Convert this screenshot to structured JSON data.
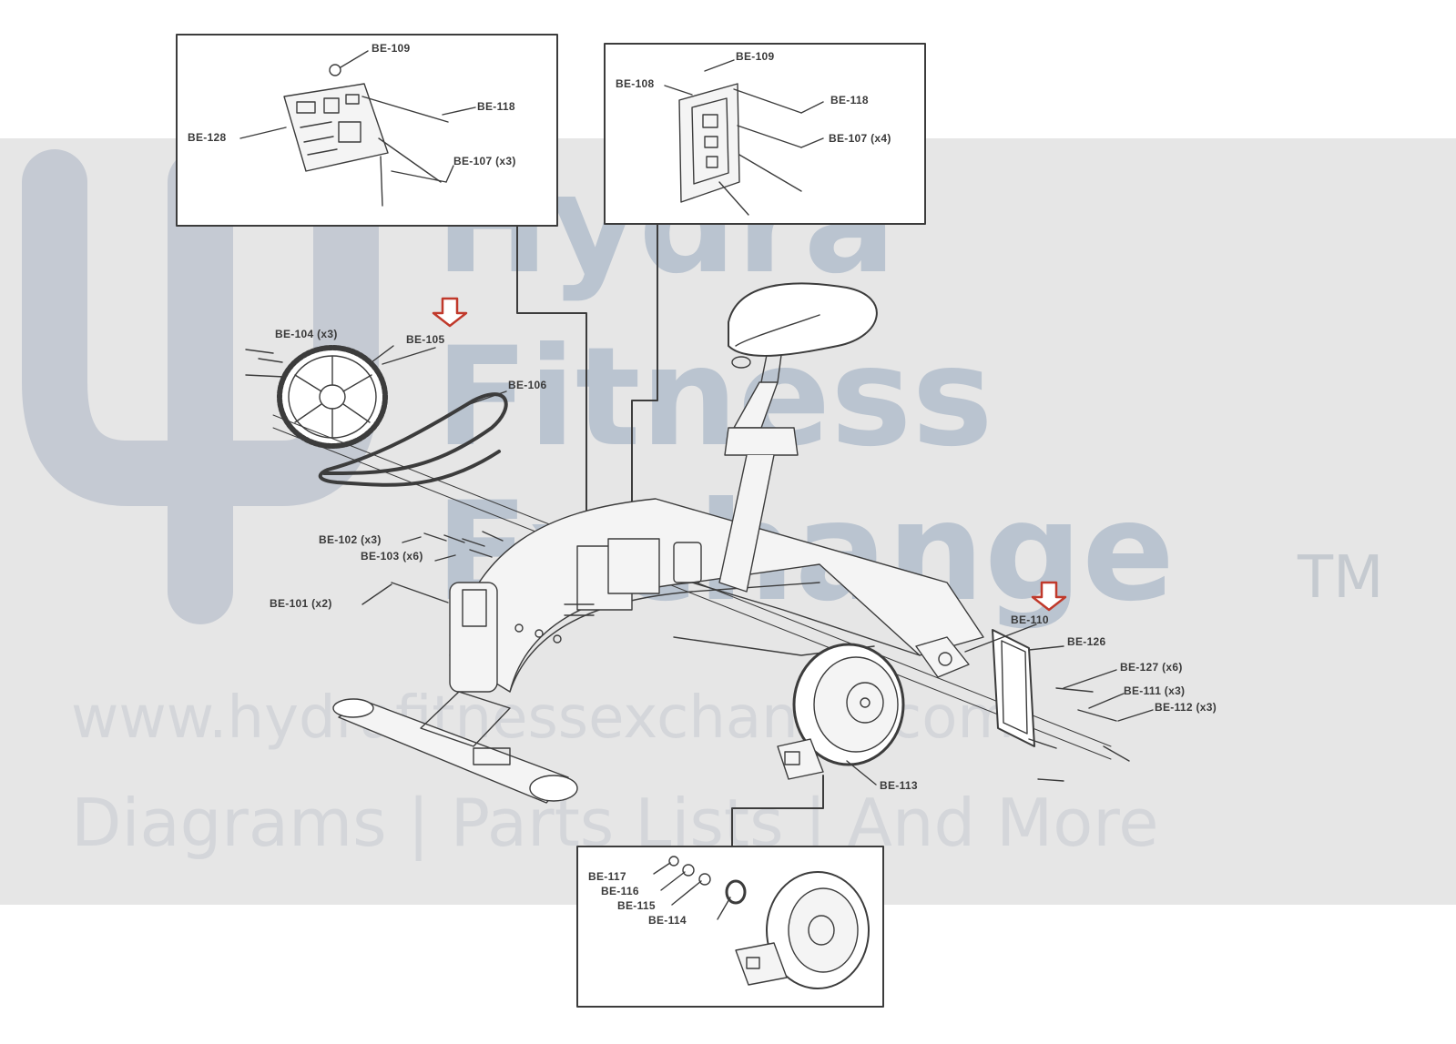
{
  "watermark": {
    "brand_line1": "Hydra",
    "brand_line2": "Fitness",
    "brand_line3": "Exchange",
    "trademark": "TM",
    "url": "www.hydrafitnessexchange.com",
    "tagline": "Diagrams | Parts Lists | And More",
    "band_color": "#e6e6e6",
    "logo_color": "#c5cad3"
  },
  "colors": {
    "line": "#3c3c3c",
    "arrow": "#c0392b"
  },
  "callouts": {
    "tl_109": "BE-109",
    "tl_118": "BE-118",
    "tl_128": "BE-128",
    "tl_107": "BE-107 (x3)",
    "tr_109": "BE-109",
    "tr_108": "BE-108",
    "tr_118": "BE-118",
    "tr_107": "BE-107 (x4)",
    "c_104": "BE-104 (x3)",
    "c_105": "BE-105",
    "c_106": "BE-106",
    "c_102": "BE-102 (x3)",
    "c_103": "BE-103 (x6)",
    "c_101": "BE-101 (x2)",
    "c_110": "BE-110",
    "c_126": "BE-126",
    "c_127": "BE-127 (x6)",
    "c_111": "BE-111 (x3)",
    "c_112": "BE-112 (x3)",
    "c_113": "BE-113",
    "b_117": "BE-117",
    "b_116": "BE-116",
    "b_115": "BE-115",
    "b_114": "BE-114"
  }
}
